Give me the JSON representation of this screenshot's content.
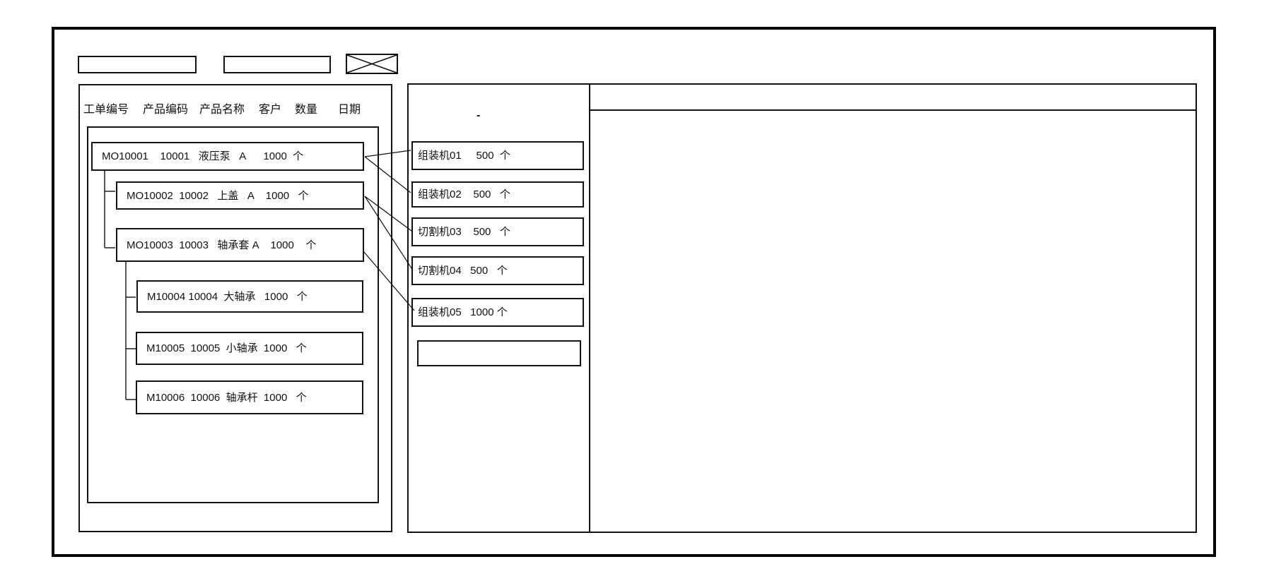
{
  "window": {
    "toolbar": {
      "field_a_value": "",
      "field_b_value": "",
      "close_placeholder": ""
    },
    "work_orders": {
      "columns": [
        "工单编号",
        "产品编码",
        "产品名称",
        "客户",
        "数量",
        "日期"
      ],
      "nodes": [
        {
          "order_no": "MO10001",
          "product_code": "10001",
          "product_name": "液压泵",
          "customer": "A",
          "qty": "1000",
          "unit": "个",
          "display": "MO10001    10001   液压泵   A      1000  个"
        },
        {
          "order_no": "MO10002",
          "product_code": "10002",
          "product_name": "上盖",
          "customer": "A",
          "qty": "1000",
          "unit": "个",
          "display": "MO10002  10002   上盖   A    1000   个"
        },
        {
          "order_no": "MO10003",
          "product_code": "10003",
          "product_name": "轴承套",
          "customer": "A",
          "qty": "1000",
          "unit": "个",
          "display": "MO10003  10003   轴承套 A    1000    个"
        },
        {
          "order_no": "M10004",
          "product_code": "10004",
          "product_name": "大轴承",
          "qty": "1000",
          "unit": "个",
          "display": "M10004 10004  大轴承   1000   个"
        },
        {
          "order_no": "M10005",
          "product_code": "10005",
          "product_name": "小轴承",
          "qty": "1000",
          "unit": "个",
          "display": "M10005  10005  小轴承  1000   个"
        },
        {
          "order_no": "M10006",
          "product_code": "10006",
          "product_name": "轴承杆",
          "qty": "1000",
          "unit": "个",
          "display": "M10006  10006  轴承杆  1000   个"
        }
      ]
    },
    "machines": {
      "header_mark": "-",
      "items": [
        {
          "name": "组装机01",
          "qty": "500",
          "unit": "个",
          "display": "组装机01     500  个"
        },
        {
          "name": "组装机02",
          "qty": "500",
          "unit": "个",
          "display": "组装机02    500   个"
        },
        {
          "name": "切割机03",
          "qty": "500",
          "unit": "个",
          "display": "切割机03    500   个"
        },
        {
          "name": "切割机04",
          "qty": "500",
          "unit": "个",
          "display": "切割机04   500   个"
        },
        {
          "name": "组装机05",
          "qty": "1000",
          "unit": "个",
          "display": "组装机05   1000 个"
        },
        {
          "name": "",
          "qty": "",
          "unit": "",
          "display": ""
        }
      ]
    },
    "detail_panel": {
      "header_value": "",
      "body_value": ""
    }
  }
}
